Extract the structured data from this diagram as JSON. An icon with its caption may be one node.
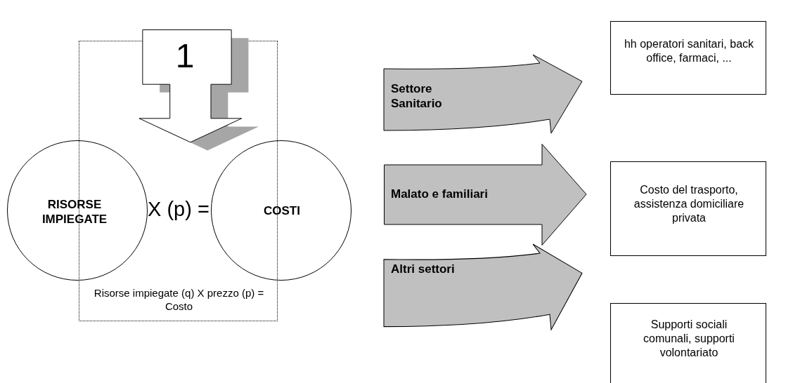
{
  "diagram": {
    "nodes": [
      {
        "text": [
          "1"
        ]
      },
      {
        "text": [
          "Risorse impiegate (q) X prezzo (p) = Costo"
        ]
      },
      {
        "text": [
          "RISORSE IMPIEGATE"
        ]
      },
      {
        "text": [
          "COSTI"
        ]
      },
      {
        "text": [
          "Settore Sanitario"
        ]
      },
      {
        "text": [
          "hh operatori sanitari, back office, farmaci, ..."
        ]
      },
      {
        "text": [
          "Malato e familiari"
        ]
      },
      {
        "text": [
          "Costo del trasporto, assistenza domiciliare privata"
        ]
      },
      {
        "text": [
          "Altri settori"
        ]
      },
      {
        "text": [
          "Supporti sociali comunali, supporti volontariato"
        ]
      }
    ],
    "edges": [],
    "labels": [
      "X (p) ="
    ]
  }
}
